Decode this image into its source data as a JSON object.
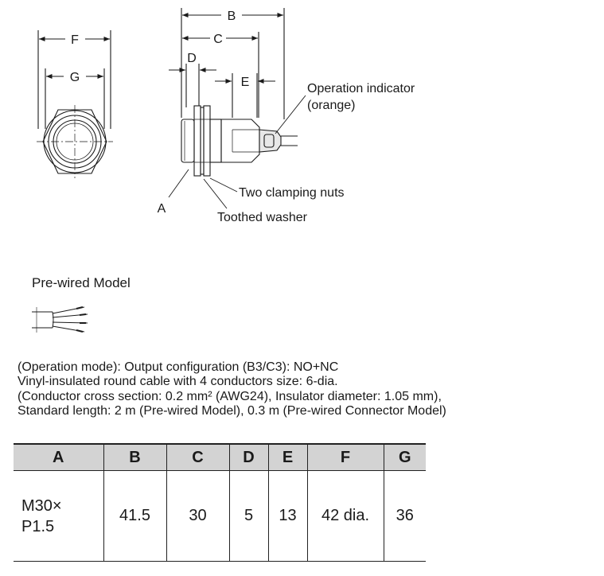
{
  "dimension_labels": {
    "a": "A",
    "b": "B",
    "c": "C",
    "d": "D",
    "e": "E",
    "f": "F",
    "g": "G"
  },
  "callouts": {
    "operation_indicator_line1": "Operation indicator",
    "operation_indicator_line2": "(orange)",
    "clamping_nuts": "Two clamping nuts",
    "toothed_washer": "Toothed washer"
  },
  "model_title": "Pre-wired Model",
  "notes": [
    "(Operation mode): Output configuration (B3/C3): NO+NC",
    "Vinyl-insulated round cable with 4 conductors size: 6-dia.",
    "(Conductor cross section: 0.2 mm² (AWG24), Insulator diameter: 1.05 mm),",
    "Standard length: 2 m (Pre-wired Model), 0.3 m (Pre-wired Connector Model)"
  ],
  "table": {
    "headers": [
      "A",
      "B",
      "C",
      "D",
      "E",
      "F",
      "G"
    ],
    "row": {
      "a_line1": "M30×",
      "a_line2": "P1.5",
      "b": "41.5",
      "c": "30",
      "d": "5",
      "e": "13",
      "f": "42 dia.",
      "g": "36"
    }
  },
  "colors": {
    "header_bg": "#d3d3d3",
    "line": "#222222",
    "indicator": "#e8e8e8"
  }
}
